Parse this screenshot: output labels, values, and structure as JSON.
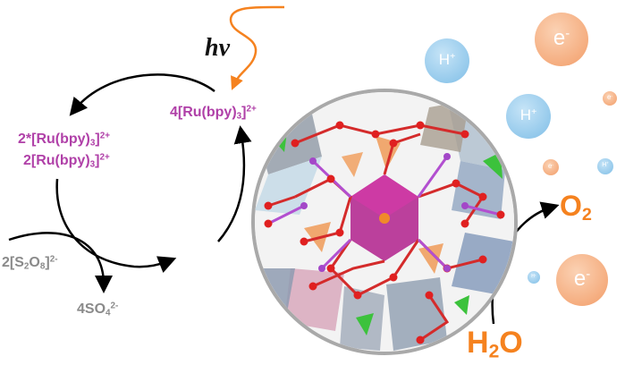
{
  "labels": {
    "hv": "hν",
    "ru_excited_pre": "2*[Ru(bpy)",
    "ru_excited_sub": "3",
    "ru_excited_post": "]",
    "ru_excited_sup": "2+",
    "ru_pre": "2[Ru(bpy)",
    "ru_sub": "3",
    "ru_post": "]",
    "ru_sup": "2+",
    "ru4_pre": "4[Ru(bpy)",
    "ru4_sub": "3",
    "ru4_post": "]",
    "ru4_sup": "2+",
    "persulfate_pre": "2[S",
    "persulfate_sub1": "2",
    "persulfate_mid": "O",
    "persulfate_sub2": "8",
    "persulfate_post": "]",
    "persulfate_sup": "2-",
    "sulfate_pre": "4SO",
    "sulfate_sub": "4",
    "sulfate_sup": "2-",
    "o2_main": "O",
    "o2_sub": "2",
    "h2o_pre": "H",
    "h2o_sub": "2",
    "h2o_post": "O",
    "h_plus_base": "H",
    "h_plus_sup": "+",
    "e_minus_base": "e",
    "e_minus_sup": "-"
  },
  "colors": {
    "magenta": "#b040a8",
    "grey": "#8a8a8a",
    "orange": "#f5821f",
    "proton_blue": "#9fd0ee",
    "electron_orange": "#f7b98e",
    "arrow": "#000000",
    "photon": "#f5821f"
  }
}
